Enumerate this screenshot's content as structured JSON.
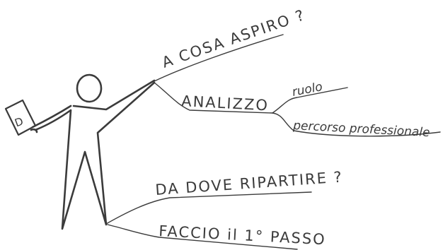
{
  "diagram": {
    "ink_color": "#3b3b3b",
    "background": "#ffffff",
    "figure": {
      "name": "stick figure holding card",
      "card_letter": "D"
    },
    "branches": {
      "aspiro": "A COSA ASPIRO ?",
      "analizzo": "ANALIZZO",
      "ruolo": "ruolo",
      "percorso": "percorso professionale",
      "ripartire": "DA DOVE RIPARTIRE ?",
      "passo": "FACCIO il 1° PASSO"
    }
  }
}
